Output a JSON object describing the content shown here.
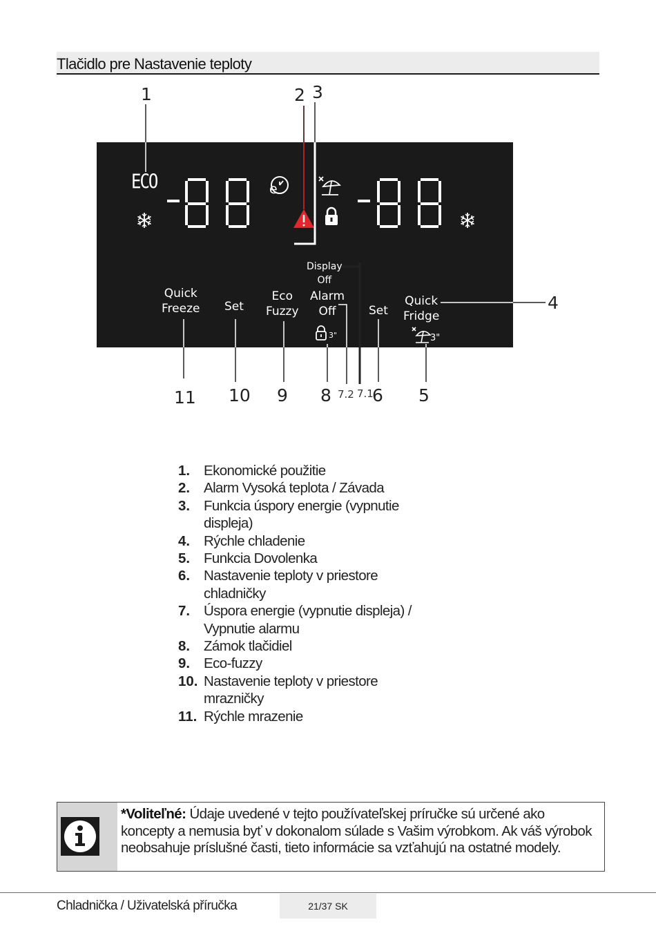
{
  "section_title": "Tlačidlo pre Nastavenie teploty",
  "diagram": {
    "top_callouts": [
      "1",
      "2",
      "3"
    ],
    "right_callout": "4",
    "bottom_callouts": [
      "11",
      "10",
      "9",
      "8",
      "7.2",
      "7.1",
      "6",
      "5"
    ],
    "display": {
      "eco_label": "ECO",
      "left_digits": "-88",
      "right_digits": "-88"
    },
    "buttons": {
      "quick_freeze": [
        "Quick",
        "Freeze"
      ],
      "set_freezer": "Set",
      "eco_fuzzy": [
        "Eco",
        "Fuzzy"
      ],
      "display_off": [
        "Display",
        "Off"
      ],
      "alarm_off": [
        "Alarm",
        "Off"
      ],
      "lock_time": "3\"",
      "set_fridge": "Set",
      "quick_fridge": [
        "Quick",
        "Fridge"
      ],
      "vacation_time": "3\""
    },
    "colors": {
      "panel": "#1a1a1a",
      "alarm": "#e3262b",
      "text": "#ffffff"
    }
  },
  "legend": [
    {
      "num": "1.",
      "text": "Ekonomické použitie"
    },
    {
      "num": "2.",
      "text": "Alarm Vysoká teplota / Závada"
    },
    {
      "num": "3.",
      "text": "Funkcia úspory energie (vypnutie displeja)"
    },
    {
      "num": "4.",
      "text": "Rýchle chladenie"
    },
    {
      "num": "5.",
      "text": "Funkcia Dovolenka"
    },
    {
      "num": "6.",
      "text": "Nastavenie teploty v priestore chladničky"
    },
    {
      "num": "7.",
      "text": "Úspora energie (vypnutie displeja) / Vypnutie alarmu"
    },
    {
      "num": "8.",
      "text": "Zámok tlačidiel"
    },
    {
      "num": "9.",
      "text": "Eco-fuzzy"
    },
    {
      "num": "10.",
      "text": "Nastavenie teploty v priestore mrazničky"
    },
    {
      "num": "11.",
      "text": "Rýchle mrazenie"
    }
  ],
  "note": {
    "icon": "info-icon",
    "label": "*Voliteľné:",
    "text": "Údaje uvedené v tejto používateľskej príručke sú určené ako koncepty a nemusia byť v dokonalom súlade s Vašim výrobkom. Ak váš výrobok neobsahuje príslušné časti, tieto informácie sa vzťahujú na ostatné modely."
  },
  "footer": {
    "left": "Chladnička / Uživatelská příručka",
    "page": "21/37 SK"
  }
}
